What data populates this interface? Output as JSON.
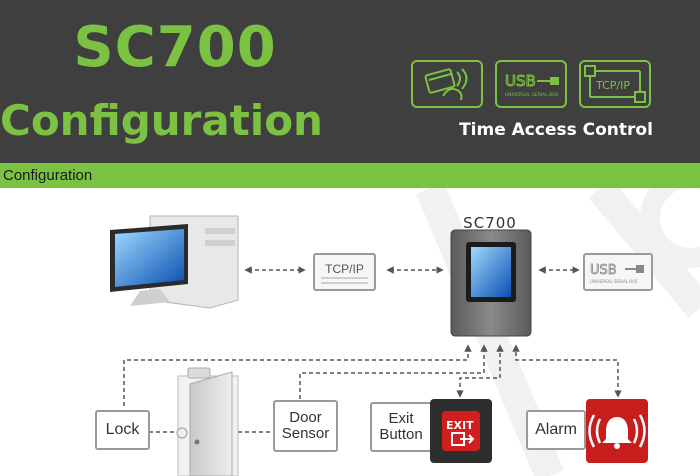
{
  "header": {
    "title_line1": "SC700",
    "title_line2": "Configuration",
    "tagline": "Time Access Control",
    "badges": [
      {
        "icon": "card-reader-icon"
      },
      {
        "label": "USB",
        "sublabel": "UNIVERSAL SERIAL BUS",
        "icon": "usb-icon"
      },
      {
        "label": "TCP/IP",
        "icon": "network-icon"
      }
    ],
    "accent_color": "#7cc242",
    "background_color": "#3f3f3f"
  },
  "section": {
    "title": "Configuration"
  },
  "diagram": {
    "device_label": "SC700",
    "tcp_label": "TCP/IP",
    "usb_label": "USB",
    "usb_sublabel": "UNIVERSAL SERIAL BUS",
    "lock_label": "Lock",
    "door_sensor_label_1": "Door",
    "door_sensor_label_2": "Sensor",
    "exit_button_label_1": "Exit",
    "exit_button_label_2": "Button",
    "exit_sign_text": "EXIT",
    "alarm_label": "Alarm",
    "nodes": [
      "computer-icon",
      "tcp-ip-box",
      "sc700-device",
      "usb-box",
      "lock-box",
      "door-icon",
      "door-sensor-box",
      "exit-button-box",
      "exit-button-icon",
      "alarm-box",
      "alarm-icon"
    ],
    "alarm_color": "#c81d1d"
  }
}
